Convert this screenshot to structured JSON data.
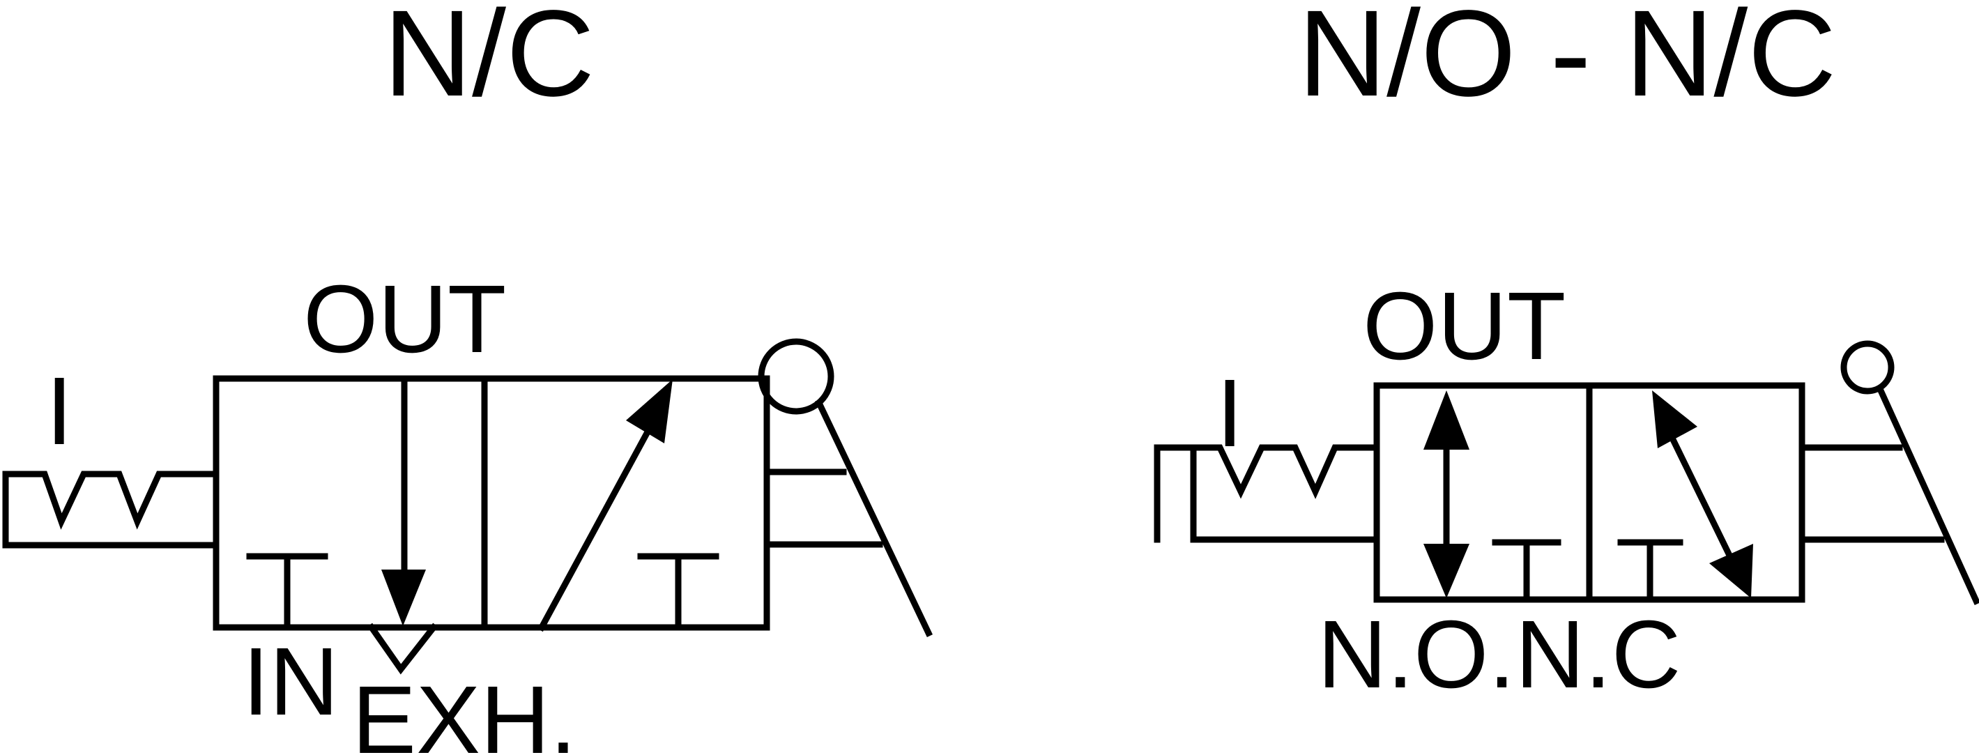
{
  "left_symbol": {
    "title": "N/C",
    "out_label": "OUT",
    "in_label": "IN",
    "exh_label": "EXH.",
    "manual_mark": "I"
  },
  "right_symbol": {
    "title": "N/O - N/C",
    "out_label": "OUT",
    "bottom_label": "N.O.N.C",
    "manual_mark": "I"
  },
  "colors": {
    "stroke": "#000000",
    "background": "#ffffff"
  }
}
